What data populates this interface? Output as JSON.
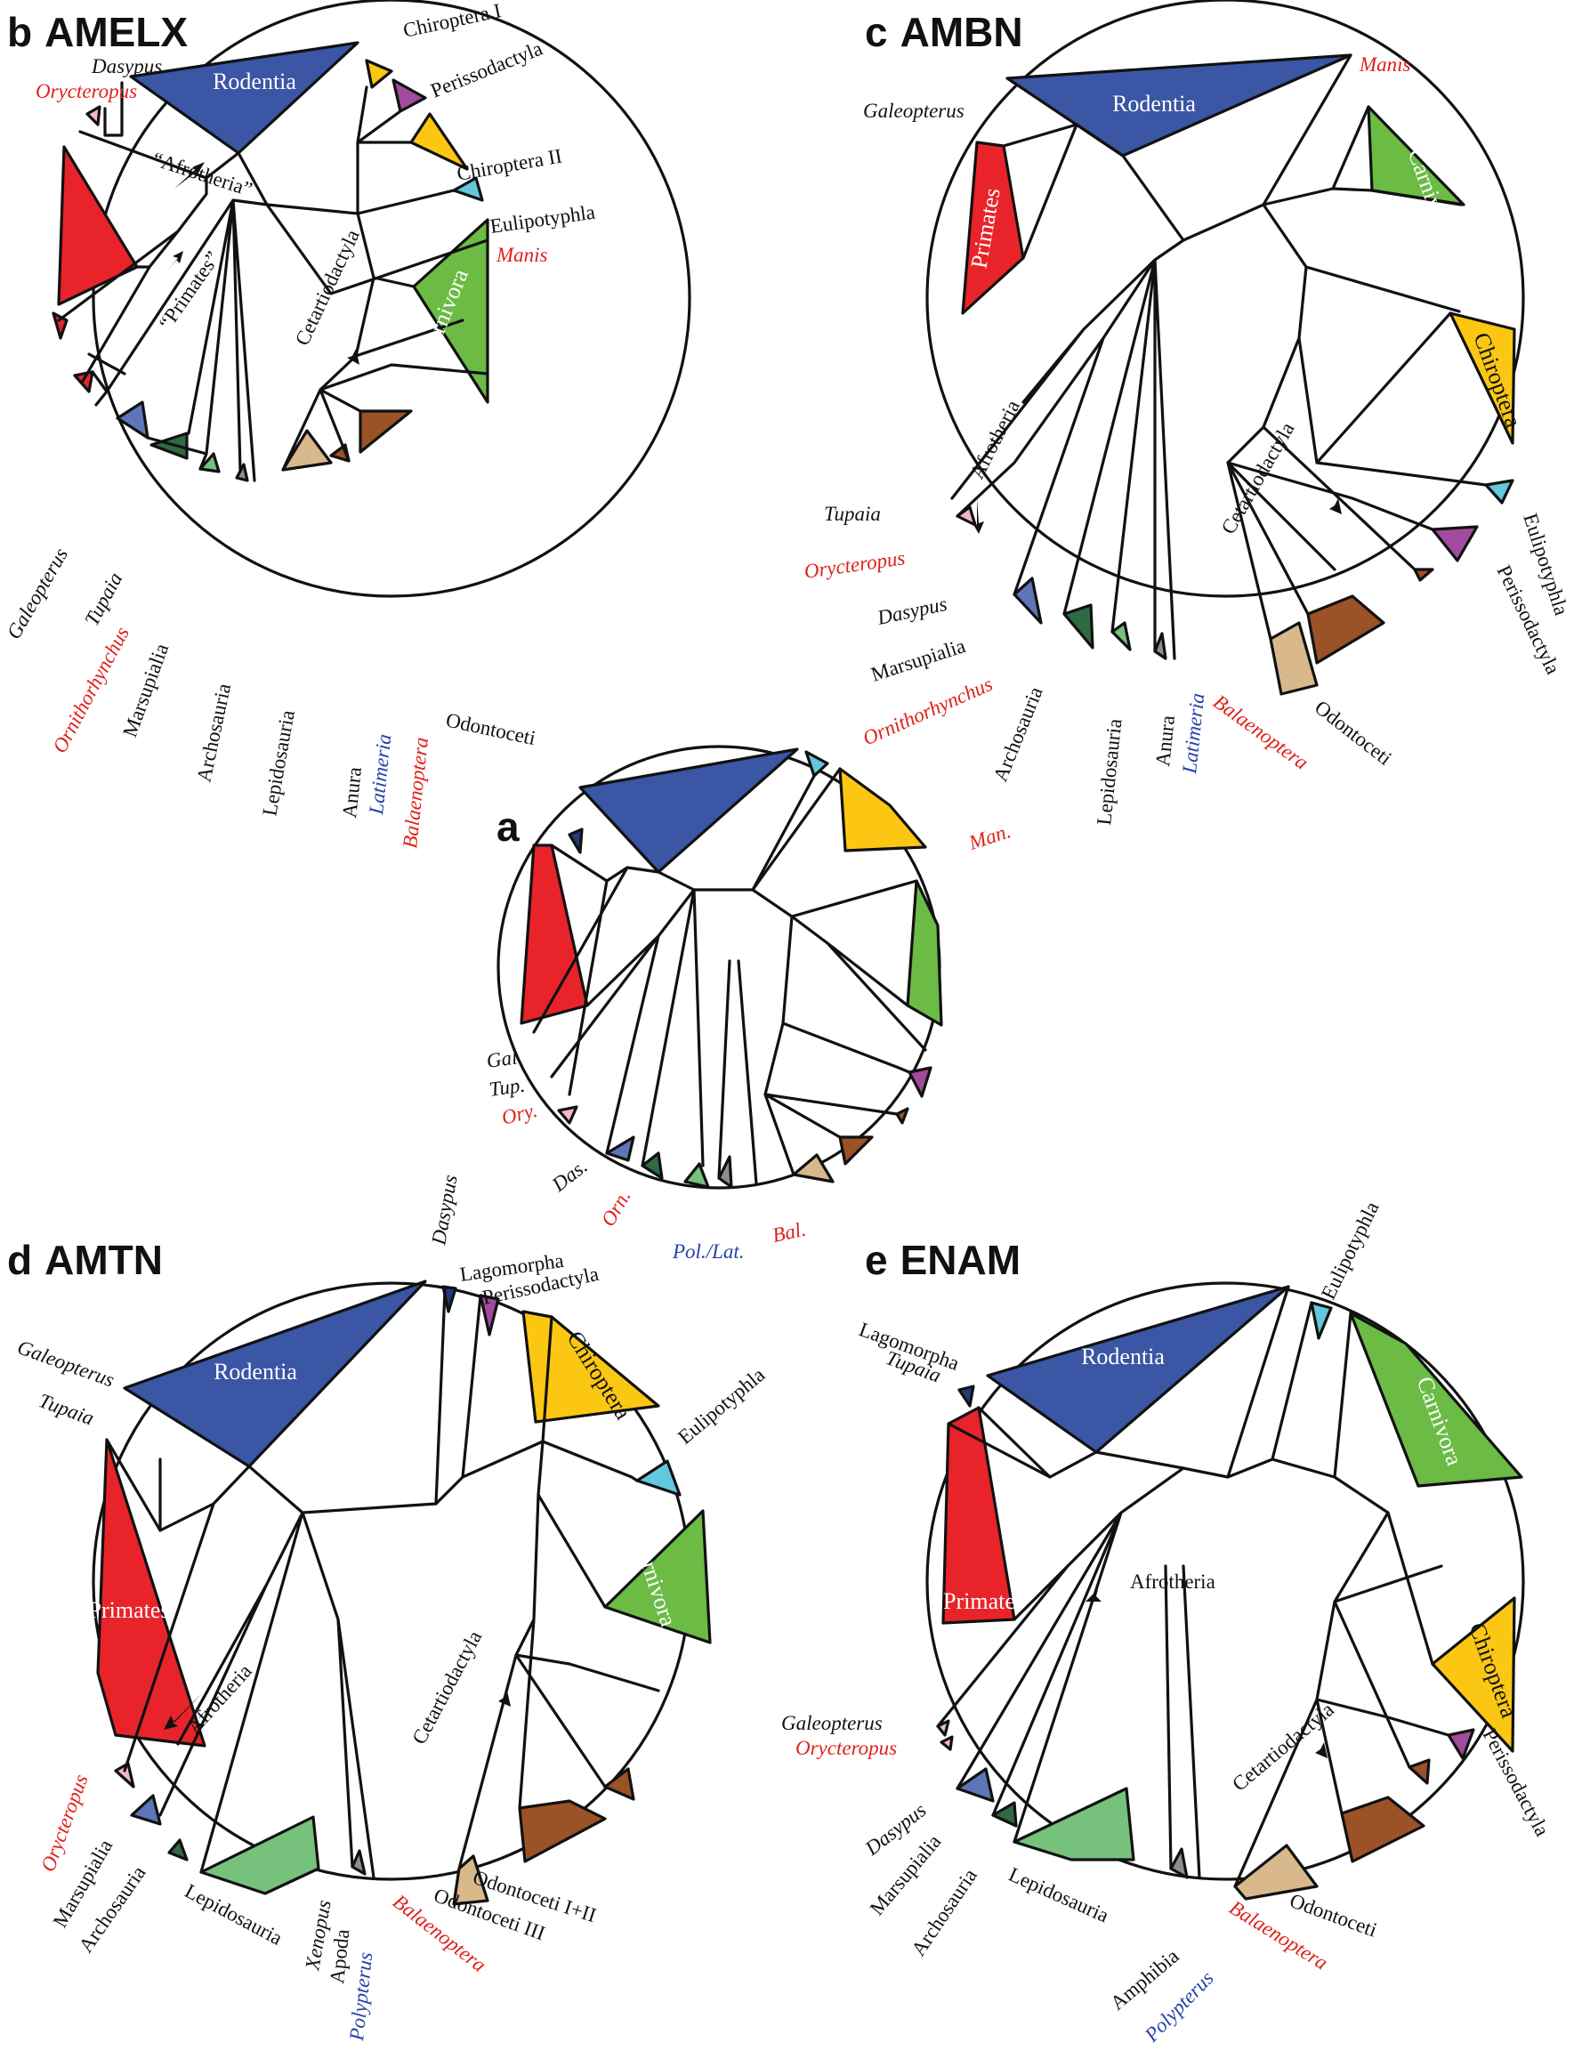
{
  "colors": {
    "rodentia": "#3a56a4",
    "primates": "#e8242a",
    "carnivora": "#6bbb45",
    "chiroptera": "#fcc712",
    "perissodactyla": "#a24a9d",
    "eulipotyphla": "#63c8dd",
    "afrotheria_pink": "#f5b8c3",
    "marsupialia": "#5c76b8",
    "archosauria": "#2e6a42",
    "lepidosauria": "#76c17c",
    "anura": "#8e8e8e",
    "odontoceti": "#d9b88c",
    "cetacean_brown": "#9b5226",
    "lagomorpha": "#223a78",
    "red_label": "#e0201b",
    "blue_label": "#2742a8"
  },
  "panels": {
    "a": {
      "letter": "a",
      "labels": [
        "Man.",
        "Gal.",
        "Tup.",
        "Ory.",
        "Das.",
        "Orn.",
        "Pol./Lat.",
        "Bal."
      ]
    },
    "b": {
      "letter": "b",
      "gene": "AMELX",
      "labels": [
        "Dasypus",
        "Orycteropus",
        "Rodentia",
        "Chiroptera I",
        "Perissodactyla",
        "Chiroptera II",
        "Eulipotyphla",
        "Manis",
        "“Afrotheria”",
        "“Primates”",
        "Carnivora",
        "Cetartiodactyla",
        "Galeopterus",
        "Tupaia",
        "Ornithorhynchus",
        "Marsupialia",
        "Archosauria",
        "Lepidosauria",
        "Anura",
        "Latimeria",
        "Balaenoptera",
        "Odontoceti"
      ]
    },
    "c": {
      "letter": "c",
      "gene": "AMBN",
      "labels": [
        "Galeopterus",
        "Rodentia",
        "Manis",
        "Carnivora",
        "Primates",
        "Chiroptera",
        "Afrotheria",
        "Cetartiodactyla",
        "Eulipotyphla",
        "Tupaia",
        "Orycteropus",
        "Dasypus",
        "Perissodactyla",
        "Marsupialia",
        "Ornithorhynchus",
        "Archosauria",
        "Lepidosauria",
        "Anura",
        "Latimeria",
        "Balaenoptera",
        "Odontoceti"
      ]
    },
    "d": {
      "letter": "d",
      "gene": "AMTN",
      "labels": [
        "Dasypus",
        "Lagomorpha",
        "Perissodactyla",
        "Galeopterus",
        "Tupaia",
        "Rodentia",
        "Chiroptera",
        "Eulipotyphla",
        "Primates",
        "Afrotheria",
        "Cetartiodactyla",
        "Carnivora",
        "Orycteropus",
        "Marsupialia",
        "Archosauria",
        "Lepidosauria",
        "Xenopus",
        "Apoda",
        "Polypterus",
        "Balaenoptera",
        "Odontoceti III",
        "Odontoceti I+II"
      ]
    },
    "e": {
      "letter": "e",
      "gene": "ENAM",
      "labels": [
        "Eulipotyphla",
        "Lagomorpha",
        "Tupaia",
        "Rodentia",
        "Carnivora",
        "Primates",
        "Afrotheria",
        "Chiroptera",
        "Cetartiodactyla",
        "Galeopterus",
        "Orycteropus",
        "Perissodactyla",
        "Dasypus",
        "Marsupialia",
        "Archosauria",
        "Lepidosauria",
        "Amphibia",
        "Polypterus",
        "Balaenoptera",
        "Odontoceti"
      ]
    }
  }
}
